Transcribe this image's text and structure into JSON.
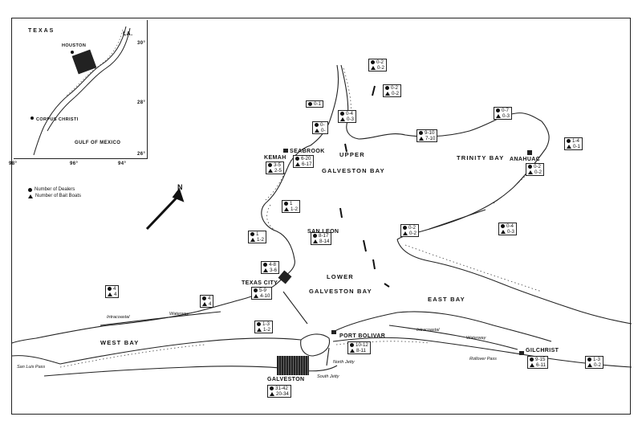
{
  "inset": {
    "state": "TEXAS",
    "neighbor": "LA.",
    "houston": "HOUSTON",
    "corpus": "CORPUS CHRISTI",
    "gulf": "GULF OF MEXICO",
    "lat_30": "30°",
    "lat_28": "28°",
    "lat_26": "26°",
    "lon_98": "98°",
    "lon_96": "96°",
    "lon_94": "94°"
  },
  "legend": {
    "dealers": "Number of Dealers",
    "boats": "Number of Bait Boats"
  },
  "north": "N",
  "water": {
    "upper": "UPPER",
    "galveston_bay": "GALVESTON BAY",
    "trinity": "TRINITY BAY",
    "lower": "LOWER",
    "lower_galveston": "GALVESTON BAY",
    "east_bay": "EAST BAY",
    "west_bay": "WEST BAY",
    "intracoastal_w1": "Intracoastal",
    "intracoastal_w2": "Waterway",
    "intracoastal_e1": "Intracoastal",
    "intracoastal_e2": "Waterway",
    "san_luis": "San Luis Pass",
    "rollover": "Rollover Pass",
    "north_jetty": "North Jetty",
    "south_jetty": "South Jetty"
  },
  "places": {
    "kemah": "KEMAH",
    "seabrook": "SEABROOK",
    "anahuac": "ANAHUAC",
    "san_leon": "SAN LEON",
    "texas_city": "TEXAS CITY",
    "port_bolivar": "PORT BOLIVAR",
    "gilchrist": "GILCHRIST",
    "galveston": "GALVESTON"
  },
  "boxes": [
    {
      "d": "0-2",
      "b": "0-2"
    },
    {
      "d": "0-2",
      "b": "0-2"
    },
    {
      "d": "0-1",
      "b": ""
    },
    {
      "d": "0-4",
      "b": "0-3"
    },
    {
      "d": "0-",
      "b": "0-"
    },
    {
      "d": "9-10",
      "b": "7-10"
    },
    {
      "d": "0-7",
      "b": "0-3"
    },
    {
      "d": "1-4",
      "b": "0-1"
    },
    {
      "d": "3-5",
      "b": "2-5"
    },
    {
      "d": "6-20",
      "b": "6-17"
    },
    {
      "d": "0-2",
      "b": "0-2"
    },
    {
      "d": "1",
      "b": "1-2"
    },
    {
      "d": "8-17",
      "b": "8-14"
    },
    {
      "d": "1",
      "b": "1-2"
    },
    {
      "d": "0-2",
      "b": "0-2"
    },
    {
      "d": "0-4",
      "b": "0-3"
    },
    {
      "d": "4-8",
      "b": "3-6"
    },
    {
      "d": "5-9",
      "b": "4-10"
    },
    {
      "d": "4",
      "b": "4"
    },
    {
      "d": "4",
      "b": "4"
    },
    {
      "d": "1-3",
      "b": "1-2"
    },
    {
      "d": "10-12",
      "b": "8-11"
    },
    {
      "d": "9-15",
      "b": "6-11"
    },
    {
      "d": "1-3",
      "b": "0-2"
    },
    {
      "d": "31-42",
      "b": "20-34"
    }
  ]
}
